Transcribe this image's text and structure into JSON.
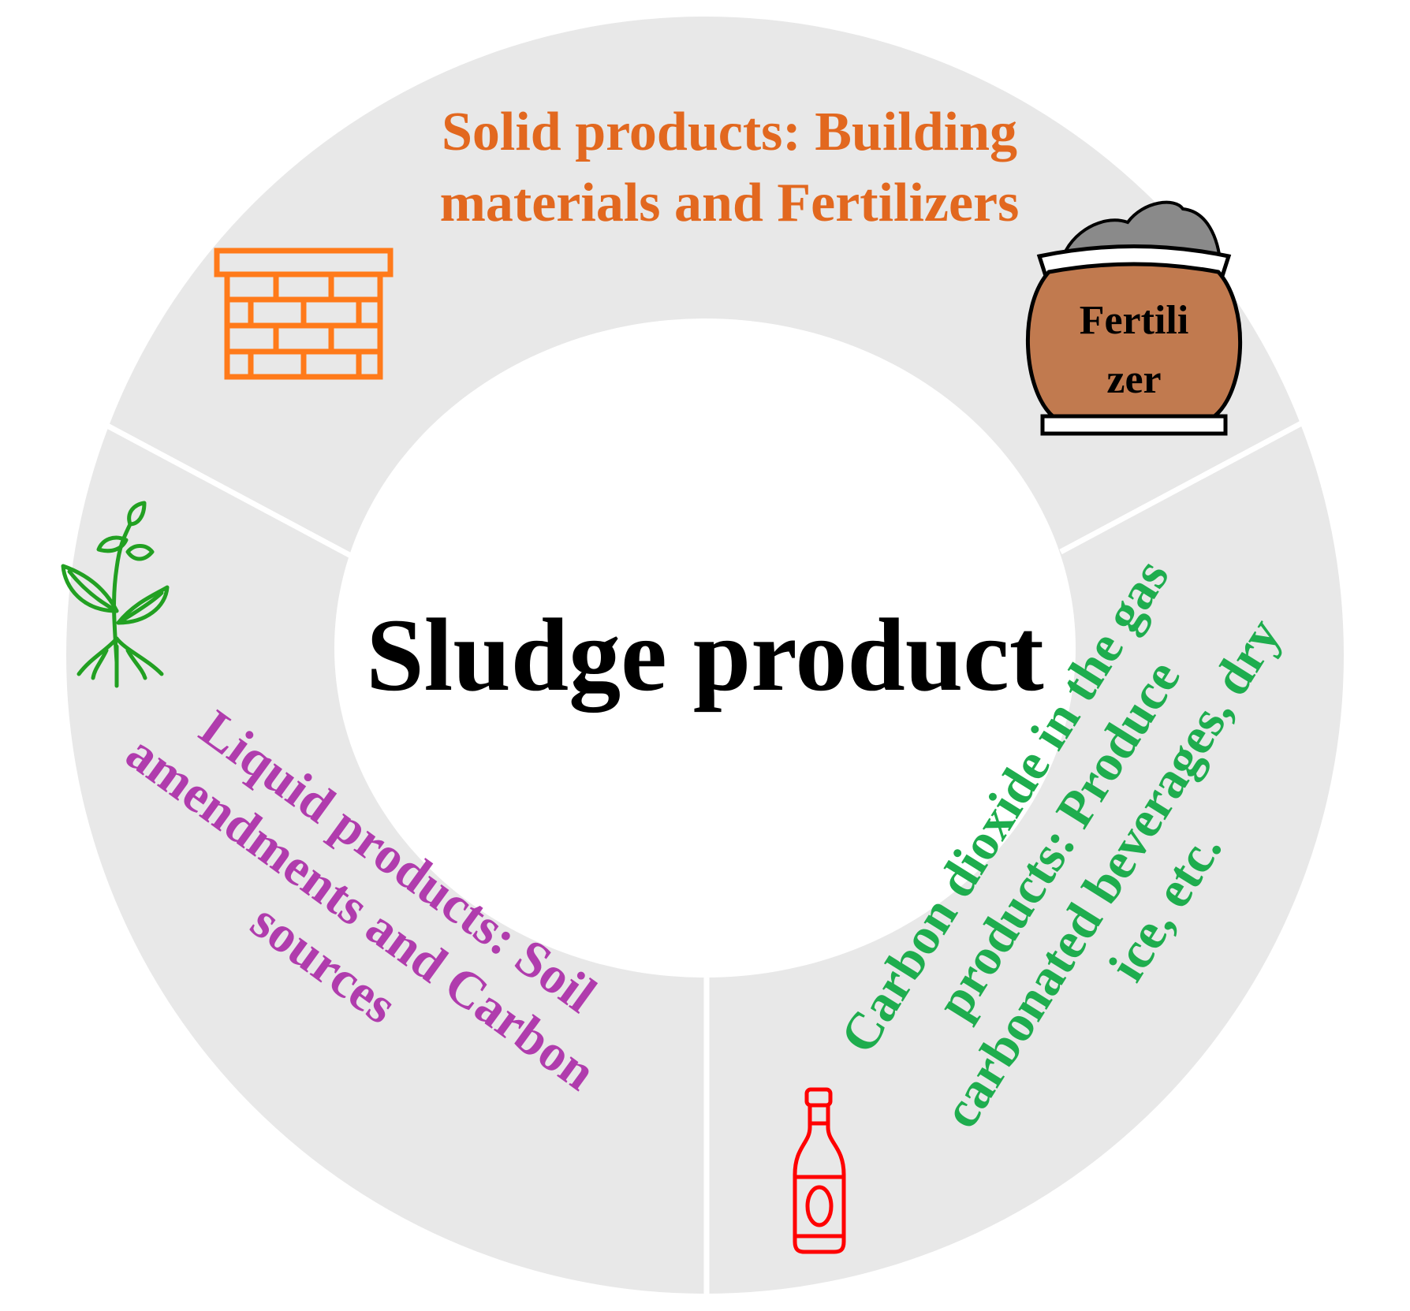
{
  "center": {
    "title": "Sludge product"
  },
  "segments": {
    "solid": {
      "line1": "Solid products: Building",
      "line2": "materials and Fertilizers",
      "color": "#e2681f"
    },
    "liquid": {
      "line1": "Liquid products: Soil",
      "line2": "amendments and Carbon",
      "line3": "sources",
      "color": "#b03cad"
    },
    "gas": {
      "line1": "Carbon dioxide in the gas",
      "line2": "products: Produce",
      "line3": "carbonated beverages, dry",
      "line4": "ice, etc.",
      "color": "#1ead4e"
    }
  },
  "icons": {
    "brick_wall": {
      "name": "brick-wall-icon",
      "color": "#ff7a1a"
    },
    "fertilizer_sack": {
      "name": "fertilizer-sack-icon",
      "line1": "Fertili",
      "line2": "zer",
      "color": "#c17a4f"
    },
    "plant": {
      "name": "plant-icon",
      "color": "#22a022"
    },
    "bottle": {
      "name": "bottle-icon",
      "color": "#ff0000"
    }
  },
  "colors": {
    "ring": "#e8e8e8",
    "divider": "#ffffff"
  }
}
